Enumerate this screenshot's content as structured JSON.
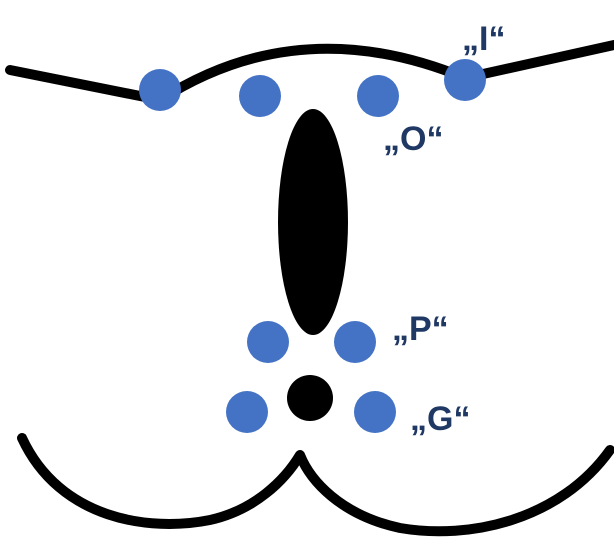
{
  "colors": {
    "dot": "#4472C4",
    "stroke": "#000000",
    "label": "#1F3864",
    "background": "#ffffff"
  },
  "labels": {
    "I": "„I“",
    "O": "„O“",
    "P": "„P“",
    "G": "„G“"
  }
}
